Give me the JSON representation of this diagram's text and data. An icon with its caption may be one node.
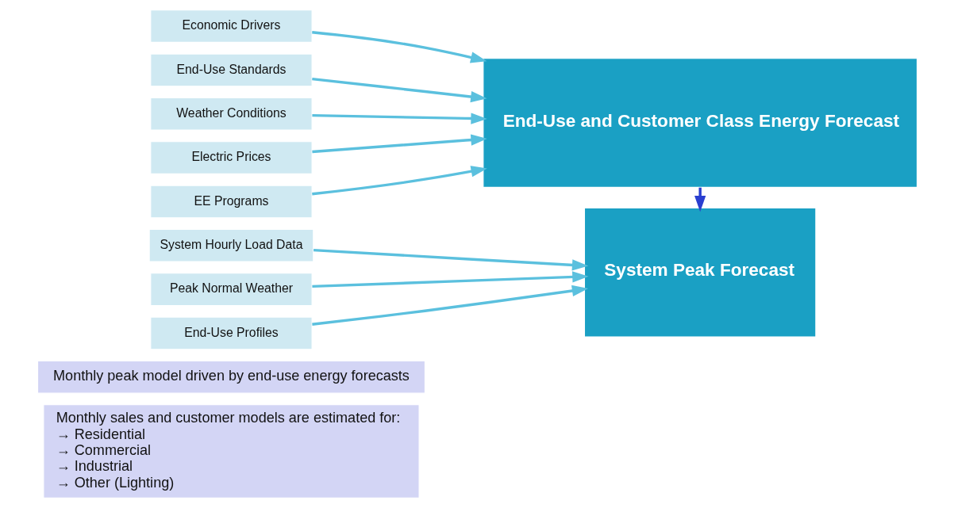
{
  "diagram": {
    "nodes": [
      {
        "text": [
          "Monthly sales and customer models are estimated for:",
          "→ Residential",
          "→ Commercial",
          "→ Industrial",
          "→ Other (Lighting)"
        ]
      },
      {
        "text": [
          "Monthly peak model driven by end-use energy forecasts"
        ]
      },
      {
        "text": [
          "Economic Drivers"
        ]
      },
      {
        "text": [
          "End-Use Standards"
        ]
      },
      {
        "text": [
          "Weather Conditions"
        ]
      },
      {
        "text": [
          "Electric Prices"
        ]
      },
      {
        "text": [
          "EE Programs"
        ]
      },
      {
        "text": [
          "End-Use and Customer Class Energy Forecast"
        ]
      },
      {
        "text": [
          "System Hourly Load Data"
        ]
      },
      {
        "text": [
          "Peak Normal Weather"
        ]
      },
      {
        "text": [
          "End-Use Profiles"
        ]
      },
      {
        "text": [
          "System Peak Forecast"
        ]
      }
    ],
    "edges": [
      {
        "from": 2,
        "to": 7,
        "arrow": "to"
      },
      {
        "from": 3,
        "to": 7,
        "arrow": "to"
      },
      {
        "from": 4,
        "to": 7,
        "arrow": "to"
      },
      {
        "from": 5,
        "to": 7,
        "arrow": "to"
      },
      {
        "from": 6,
        "to": 7,
        "arrow": "to"
      },
      {
        "from": 7,
        "to": 11,
        "arrow": "to",
        "color": "#2a3fd0"
      },
      {
        "from": 8,
        "to": 11,
        "arrow": "to"
      },
      {
        "from": 9,
        "to": 11,
        "arrow": "to"
      },
      {
        "from": 10,
        "to": 11,
        "arrow": "to"
      }
    ]
  }
}
